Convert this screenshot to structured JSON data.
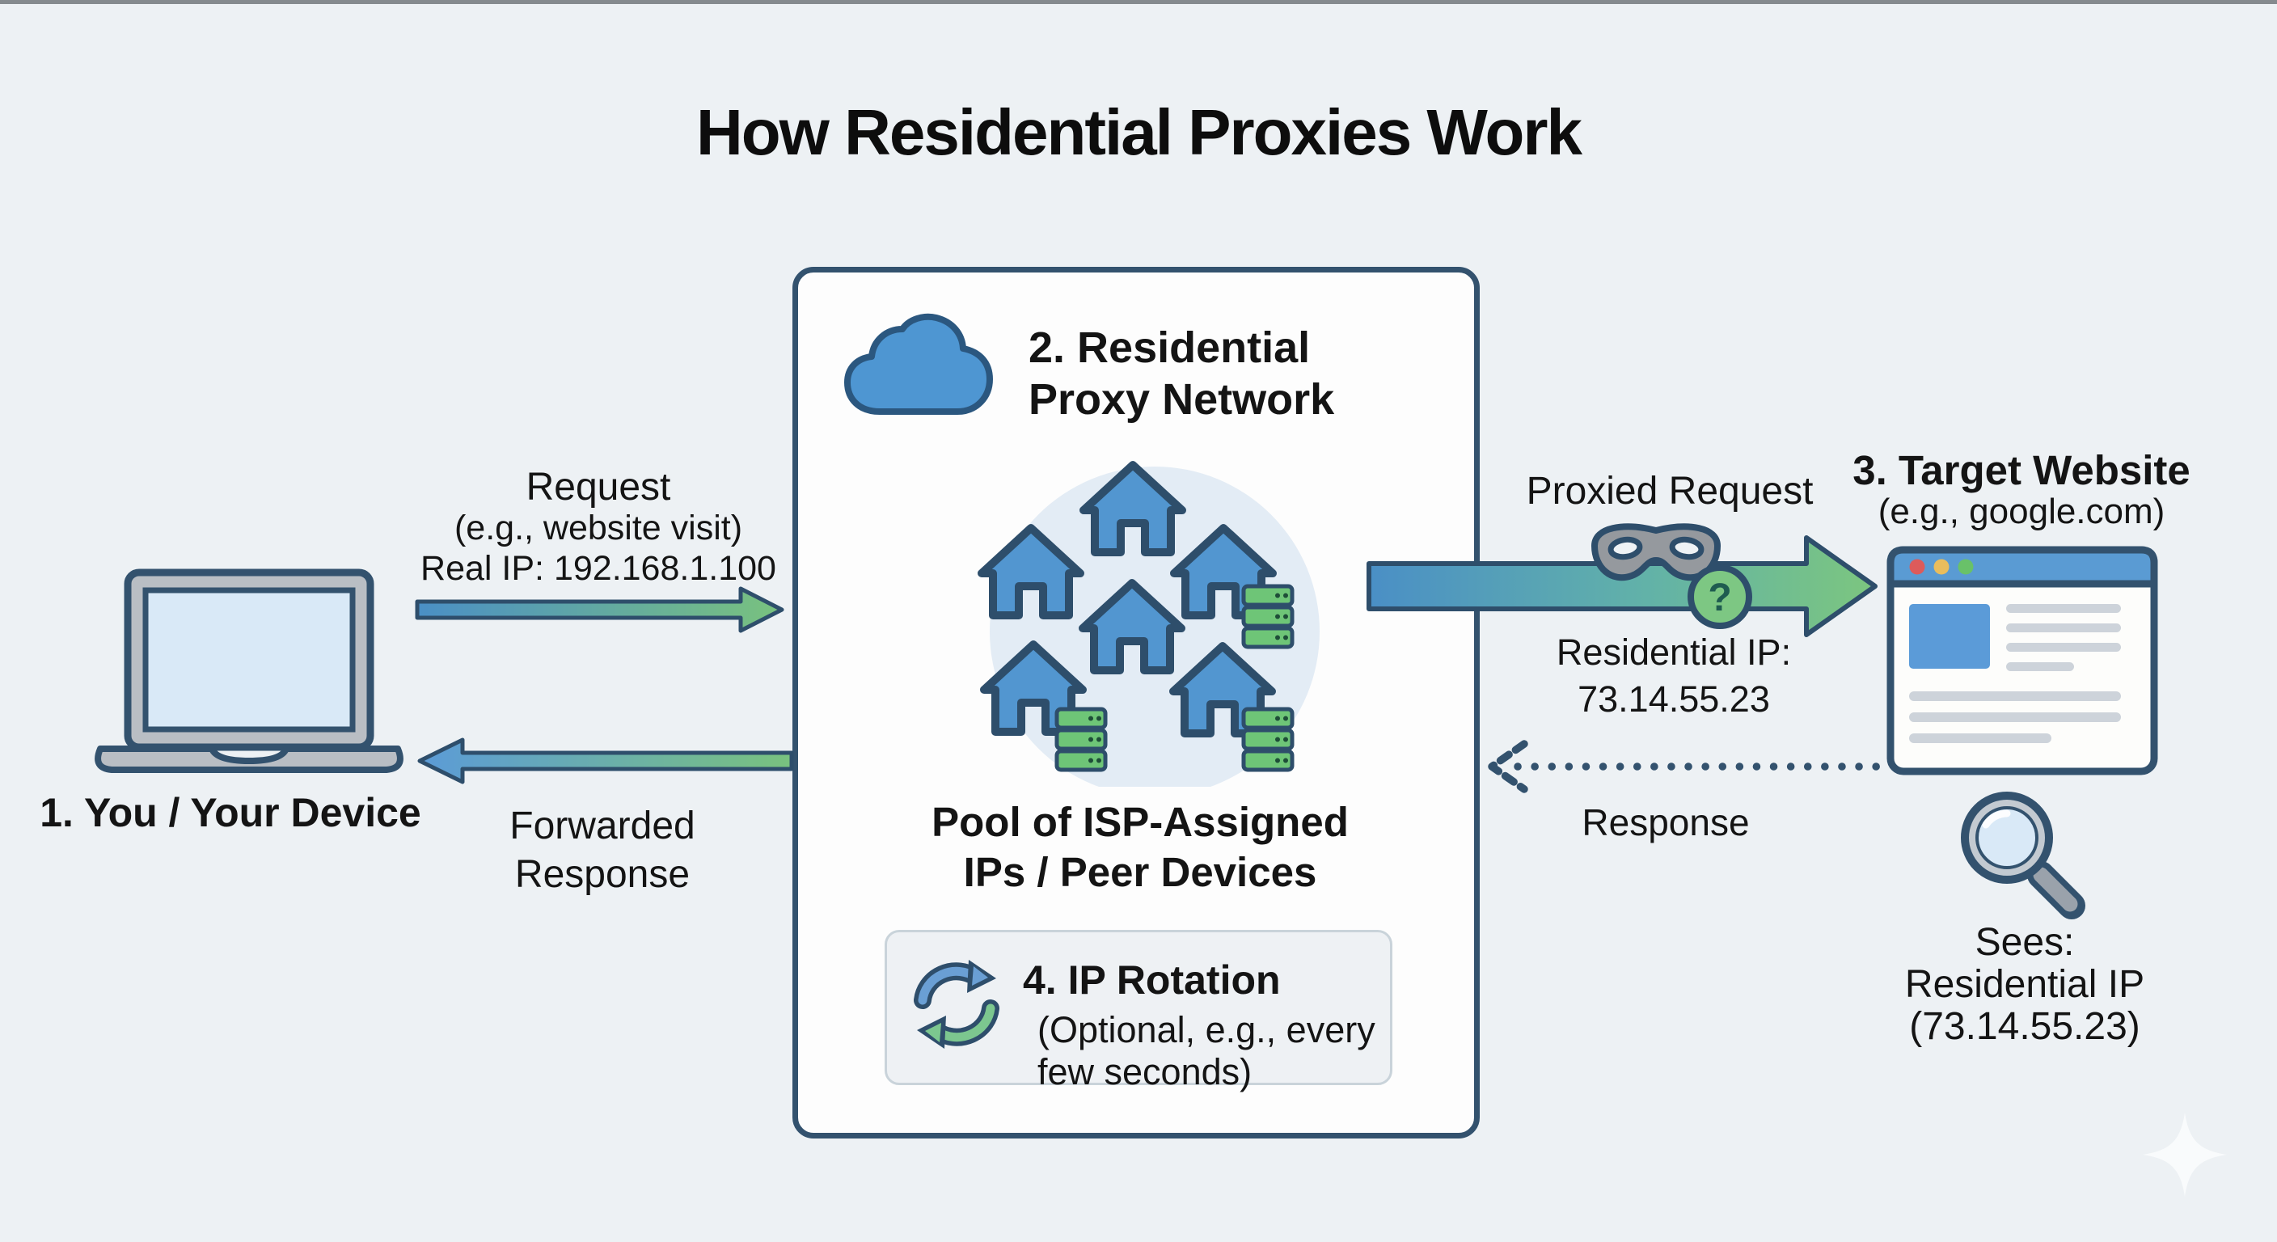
{
  "title": "How Residential Proxies Work",
  "device": {
    "label": "1. You / Your Device"
  },
  "request": {
    "title": "Request",
    "subtitle": "(e.g., website visit)",
    "real_ip": "Real IP: 192.168.1.100"
  },
  "proxy_network": {
    "heading_line1": "2. Residential",
    "heading_line2": "Proxy Network",
    "pool_line1": "Pool of ISP-Assigned",
    "pool_line2": "IPs / Peer Devices"
  },
  "ip_rotation": {
    "title": "4. IP Rotation",
    "note_line1": "(Optional, e.g., every",
    "note_line2": "few seconds)"
  },
  "proxied_request": {
    "title": "Proxied Request",
    "ip_label": "Residential IP:",
    "ip_value": "73.14.55.23",
    "mask_question": "?"
  },
  "target_website": {
    "title": "3. Target Website",
    "subtitle": "(e.g., google.com)"
  },
  "response": {
    "label": "Response"
  },
  "forwarded_response": {
    "line1": "Forwarded",
    "line2": "Response"
  },
  "sees": {
    "line1": "Sees:",
    "line2": "Residential IP",
    "line3": "(73.14.55.23)"
  },
  "colors": {
    "background": "#edf1f4",
    "outline_navy": "#2e4e6b",
    "box_border": "#33526e",
    "house_blue": "#4e96d2",
    "screen_light_blue": "#d9e9f7",
    "server_green": "#6ec577",
    "arrow_blue": "#4a8fc6",
    "arrow_green": "#79c27e",
    "mask_gray": "#95999e",
    "dot_red": "#dd5b5b",
    "dot_yellow": "#e9bd5d",
    "dot_green": "#69c169"
  }
}
